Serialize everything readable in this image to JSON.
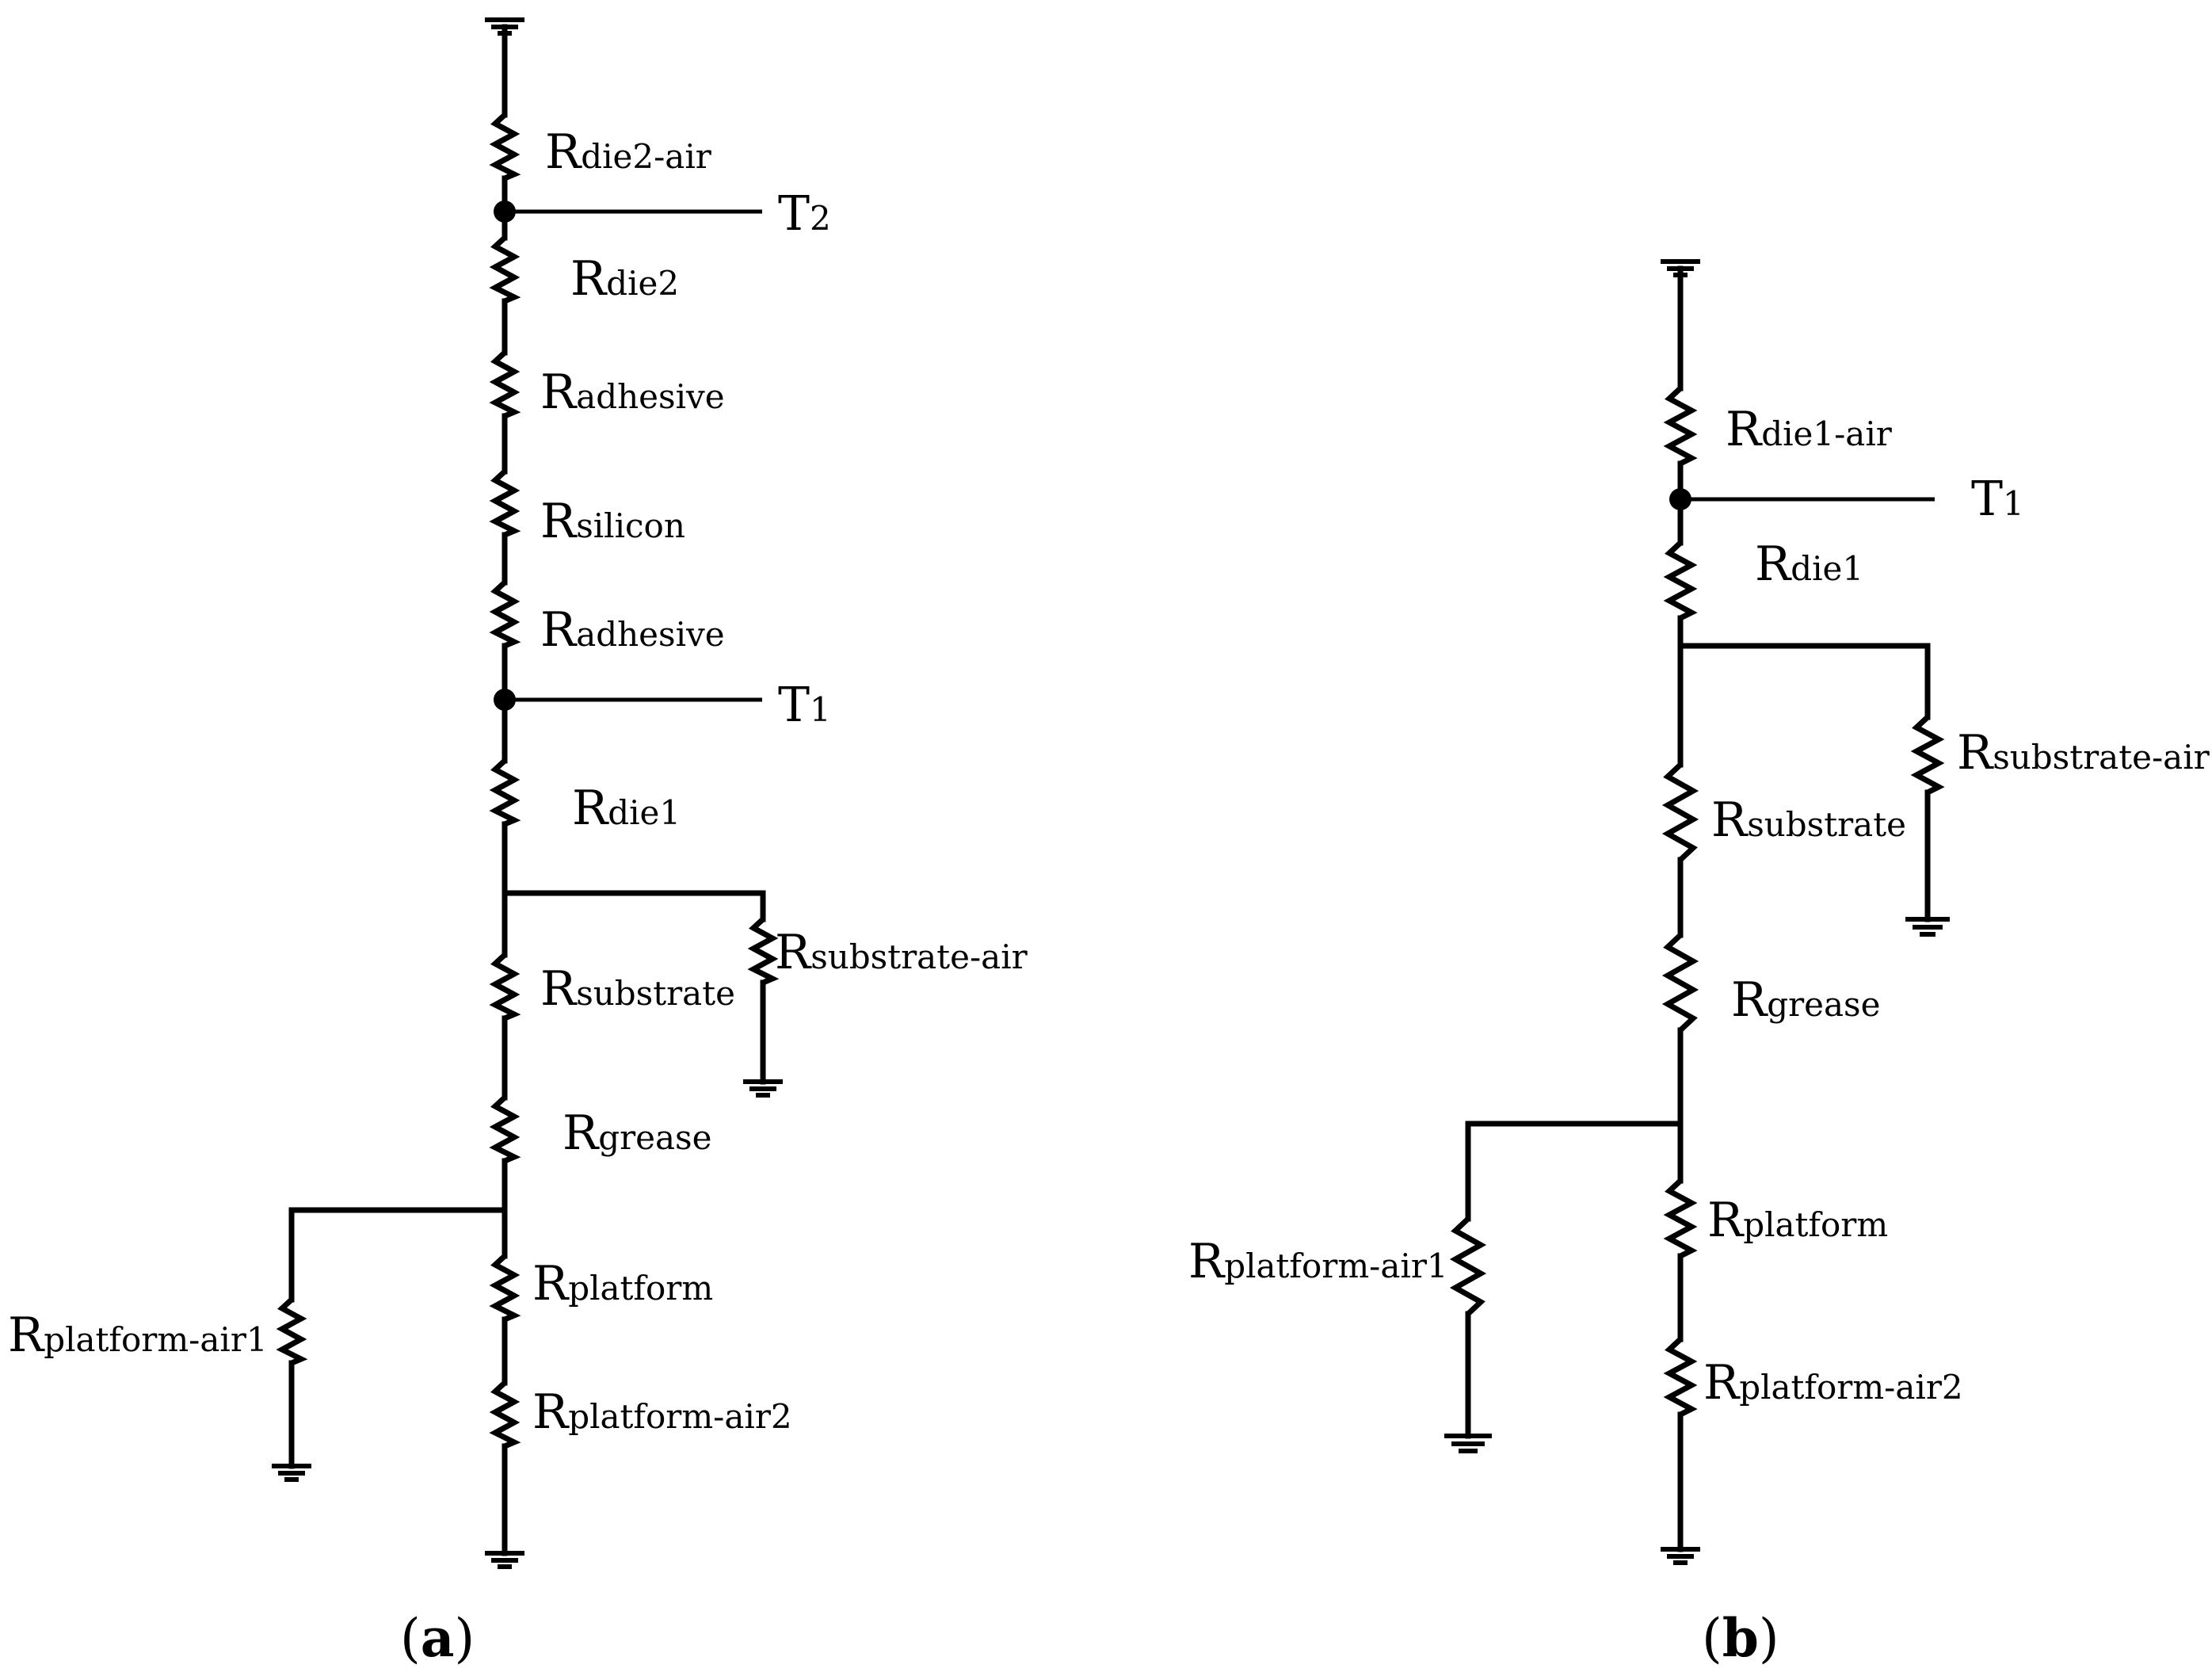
{
  "diagram_a": {
    "caption_letter": "a",
    "labels": {
      "r_die2_air": "die2-air",
      "t2": "2",
      "r_die2": "die2",
      "r_adhesive_top": "adhesive",
      "r_silicon": "silicon",
      "r_adhesive_bottom": "adhesive",
      "t1": "1",
      "r_die1": "die1",
      "r_substrate_air": "substrate-air",
      "r_substrate": "substrate",
      "r_grease": "grease",
      "r_platform_air1": "platform-air1",
      "r_platform": "platform",
      "r_platform_air2": "platform-air2"
    }
  },
  "diagram_b": {
    "caption_letter": "b",
    "labels": {
      "r_die1_air": "die1-air",
      "t1": "1",
      "r_die1": "die1",
      "r_substrate_air": "substrate-air",
      "r_substrate": "substrate",
      "r_grease": "grease",
      "r_platform_air1": "platform-air1",
      "r_platform": "platform",
      "r_platform_air2": "platform-air2"
    }
  },
  "symbols": {
    "resistor_letter": "R",
    "temperature_letter": "T",
    "paren_open": "(",
    "paren_close": ")"
  }
}
